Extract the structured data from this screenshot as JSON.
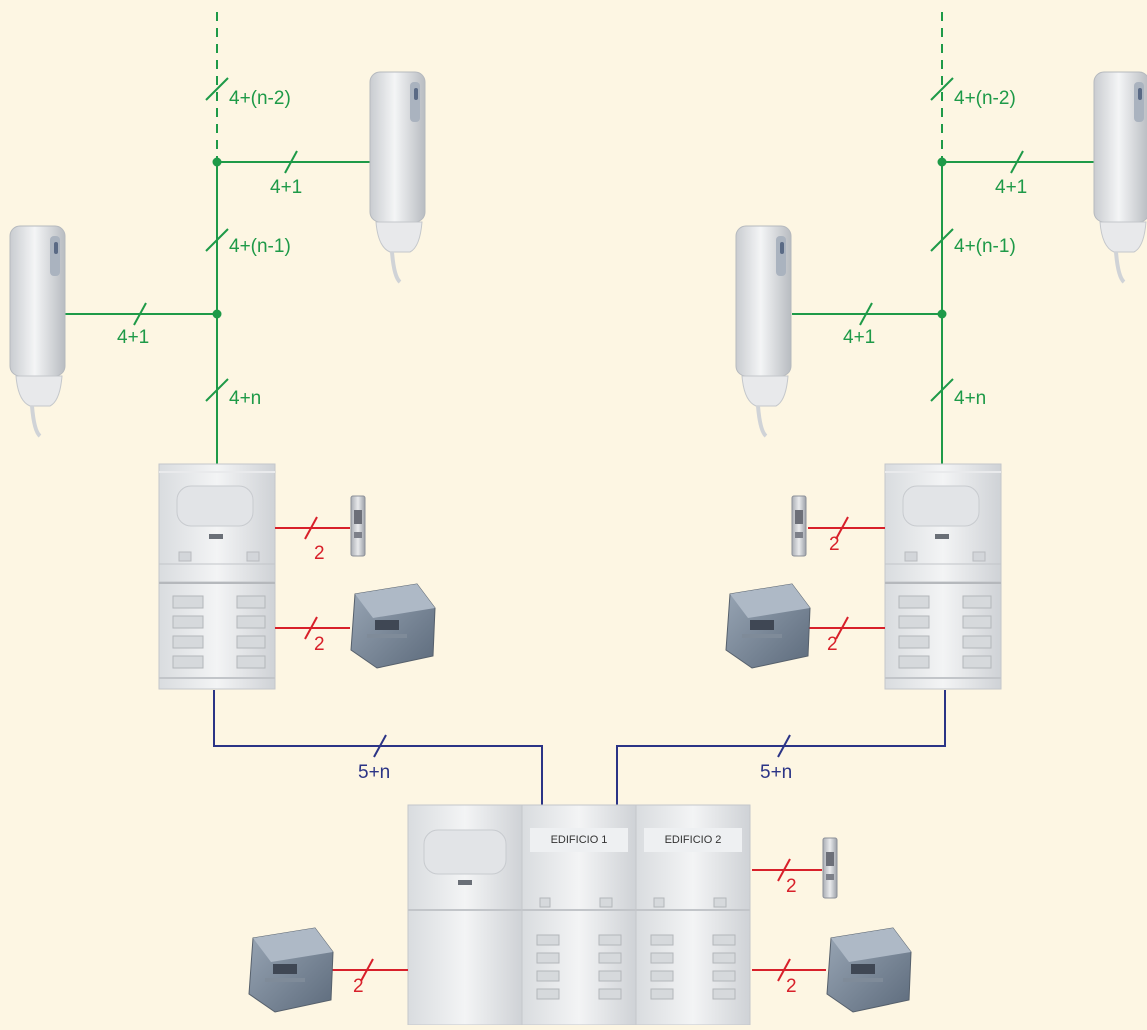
{
  "colors": {
    "background": "#fdf6e3",
    "riser_wire": "#1e9a48",
    "lock_wire": "#d8202a",
    "bus_wire": "#2b3486"
  },
  "wire_labels": {
    "left_top": "4+(n-2)",
    "left_branch_upper": "4+1",
    "left_mid": "4+(n-1)",
    "left_branch_lower": "4+1",
    "left_bottom": "4+n",
    "right_top": "4+(n-2)",
    "right_branch_upper": "4+1",
    "right_mid": "4+(n-1)",
    "right_branch_lower": "4+1",
    "right_bottom": "4+n",
    "left_lock": "2",
    "left_power": "2",
    "right_lock": "2",
    "right_power": "2",
    "left_bus": "5+n",
    "right_bus": "5+n",
    "main_lock": "2",
    "main_power_right": "2",
    "main_power_left": "2"
  },
  "main_panel": {
    "module1_label": "EDIFICIO 1",
    "module2_label": "EDIFICIO 2"
  },
  "icons": {
    "handset": "intercom-handset-icon",
    "door_panel": "door-entry-panel-icon",
    "lock": "electric-lock-icon",
    "power_supply": "power-supply-icon"
  }
}
